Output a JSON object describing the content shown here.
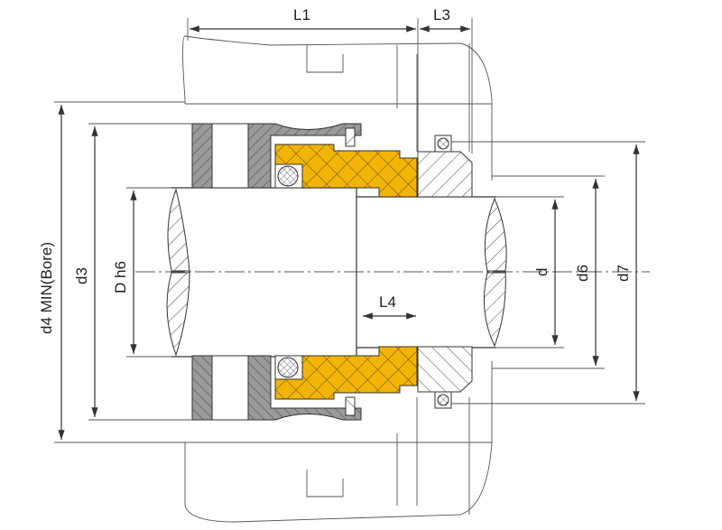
{
  "diagram": {
    "title": "Mechanical seal dimension drawing",
    "labels": {
      "L1": "L1",
      "L3": "L3",
      "L4": "L4",
      "d4": "d4  MIN(Bore)",
      "d3": "d3",
      "Dh6": "D h6",
      "d": "d",
      "d6": "d6",
      "d7": "d7"
    },
    "colors": {
      "bellows": "#f2b407",
      "retainer": "#9a9a9a",
      "line": "#333333"
    }
  }
}
